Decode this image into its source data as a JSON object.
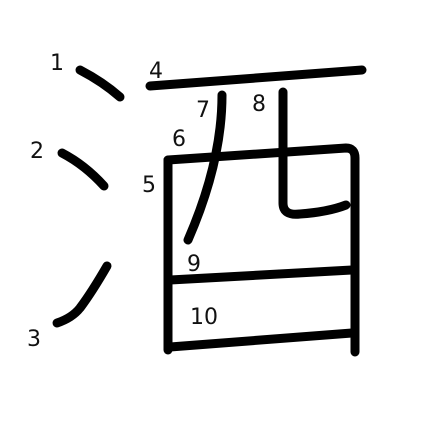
{
  "character": {
    "glyph": "酒",
    "stroke_color": "#000000",
    "background_color": "#ffffff"
  },
  "stroke_numbers": [
    "1",
    "2",
    "3",
    "4",
    "5",
    "6",
    "7",
    "8",
    "9",
    "10"
  ]
}
